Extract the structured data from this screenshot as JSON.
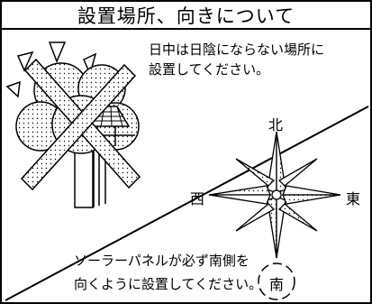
{
  "title": "設置場所、向きについて",
  "shade_note": {
    "line1": "日中は日陰にならない場所に",
    "line2": "設置してください。"
  },
  "south_note": {
    "line1": "ソーラーパネルが必ず南側を",
    "line2": "向くように設置してください。"
  },
  "compass": {
    "north": "北",
    "south": "南",
    "east": "東",
    "west": "西"
  }
}
